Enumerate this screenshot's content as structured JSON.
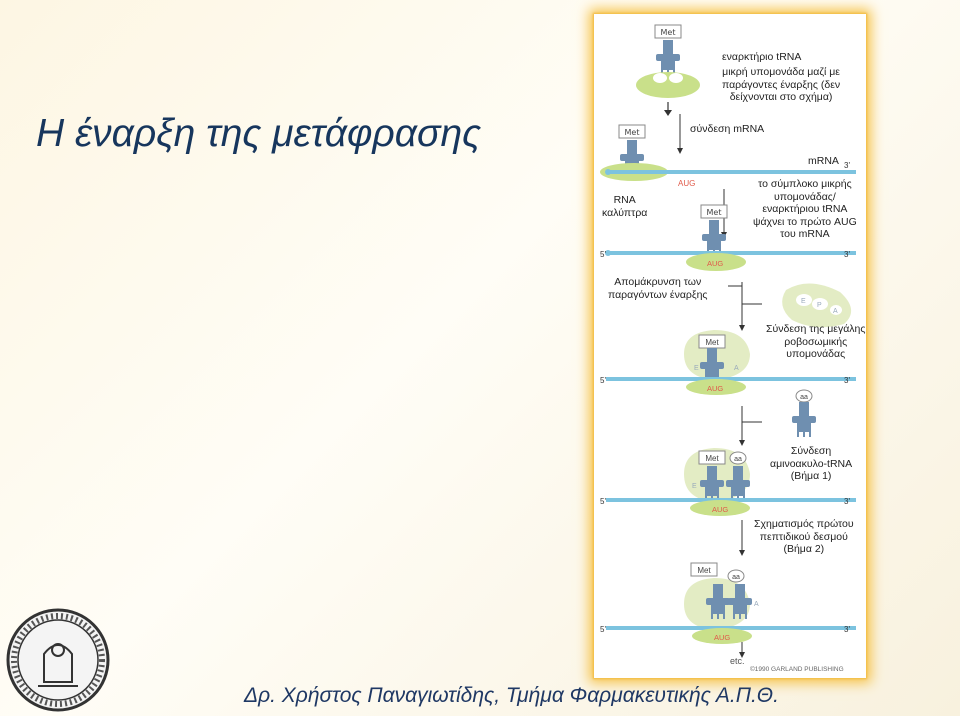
{
  "slide": {
    "title": "Η έναρξη της μετάφρασης",
    "footer": "Δρ. Χρήστος Παναγιωτίδης, Τμήμα Φαρμακευτικής Α.Π.Θ."
  },
  "diagram": {
    "labels": {
      "initiator_trna": "εναρκτήριο tRNA",
      "small_subunit": "μικρή υπομονάδα μαζί με\nπαράγοντες έναρξης (δεν\nδείχνονται στο σχήμα)",
      "mrna_binding": "σύνδεση mRNA",
      "mrna": "mRNA",
      "scanning": "το σύμπλοκο μικρής\nυπομονάδας/\nεναρκτήριου tRNA\nψάχνει το πρώτο AUG\nτου mRNA",
      "cap": "RNA\nκαλύπτρα",
      "factor_removal": "Απομάκρυνση των\nπαραγόντων έναρξης",
      "large_subunit": "Σύνδεση της μεγάλης\nροβοσωμικής\nυπομονάδας",
      "aa_trna": "Σύνδεση\nαμινοακυλο-tRNA\n(Βήμα 1)",
      "peptide_bond": "Σχηματισμός πρώτου\nπεπτιδικού δεσμού\n(Βήμα 2)",
      "etc": "etc.",
      "copyright": "©1990 GARLAND PUBLISHING"
    },
    "glyphs": {
      "met": "Met",
      "aug": "AUG",
      "five_prime": "5'",
      "three_prime": "3'",
      "aa": "aa",
      "site_e": "E",
      "site_p": "P",
      "site_a": "A"
    }
  },
  "colors": {
    "title": "#17365d",
    "frame_glow": "#f6c34a",
    "mrna": "#7cc3df",
    "small_subunit": "#c9e08a",
    "large_subunit": "#dfe8c0",
    "trna": "#6f8fb0",
    "aug": "#e05a4a"
  }
}
